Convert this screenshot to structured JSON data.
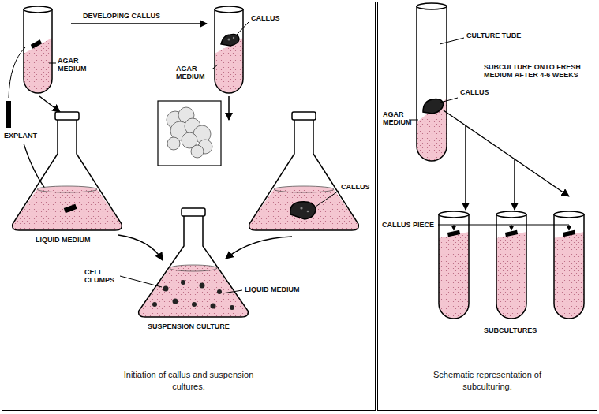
{
  "diagram": {
    "nodes": [
      {
        "text": [
          "Initiation of callus and suspension cultures."
        ]
      },
      {
        "text": [
          "Schematic representation of subculturing."
        ]
      }
    ],
    "labels": [
      "DEVELOPING CALLUS",
      "CALLUS",
      "AGAR MEDIUM",
      "AGAR MEDIUM",
      "EXPLANT",
      "LIQUID MEDIUM",
      "CALLUS",
      "CELL CLUMPS",
      "LIQUID MEDIUM",
      "SUSPENSION CULTURE",
      "CULTURE TUBE",
      "CALLUS",
      "AGAR MEDIUM",
      "SUBCULTURE ONTO FRESH MEDIUM AFTER 4-6 WEEKS",
      "CALLUS PIECE",
      "SUBCULTURES"
    ]
  }
}
